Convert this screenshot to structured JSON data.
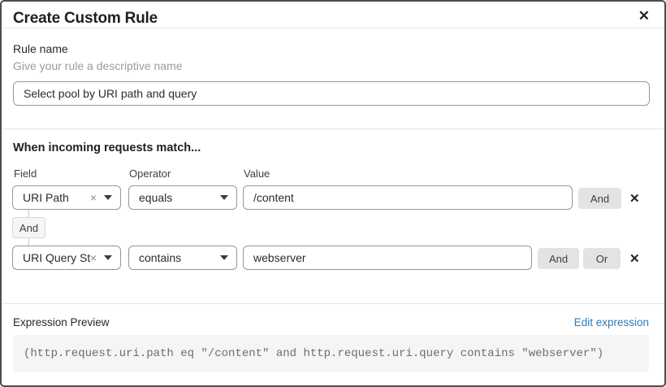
{
  "dialog": {
    "title": "Create Custom Rule"
  },
  "icons": {
    "close": "✕",
    "remove": "✕",
    "clear": "×"
  },
  "rule_name": {
    "label": "Rule name",
    "hint": "Give your rule a descriptive name",
    "value": "Select pool by URI path and query"
  },
  "match_section": {
    "heading": "When incoming requests match...",
    "columns": {
      "field": "Field",
      "operator": "Operator",
      "value": "Value"
    },
    "rows": [
      {
        "field": "URI Path",
        "operator": "equals",
        "value": "/content",
        "buttons": [
          "And"
        ]
      },
      {
        "field": "URI Query St...",
        "operator": "contains",
        "value": "webserver",
        "buttons": [
          "And",
          "Or"
        ]
      }
    ],
    "connector_label": "And"
  },
  "expression_preview": {
    "label": "Expression Preview",
    "edit_link": "Edit expression",
    "expression": "(http.request.uri.path eq \"/content\" and http.request.uri.query contains \"webserver\")"
  },
  "colors": {
    "link_blue": "#2c7cb8",
    "button_gray": "#e3e3e3",
    "code_bg": "#f5f5f5",
    "border_gray": "#969696"
  }
}
